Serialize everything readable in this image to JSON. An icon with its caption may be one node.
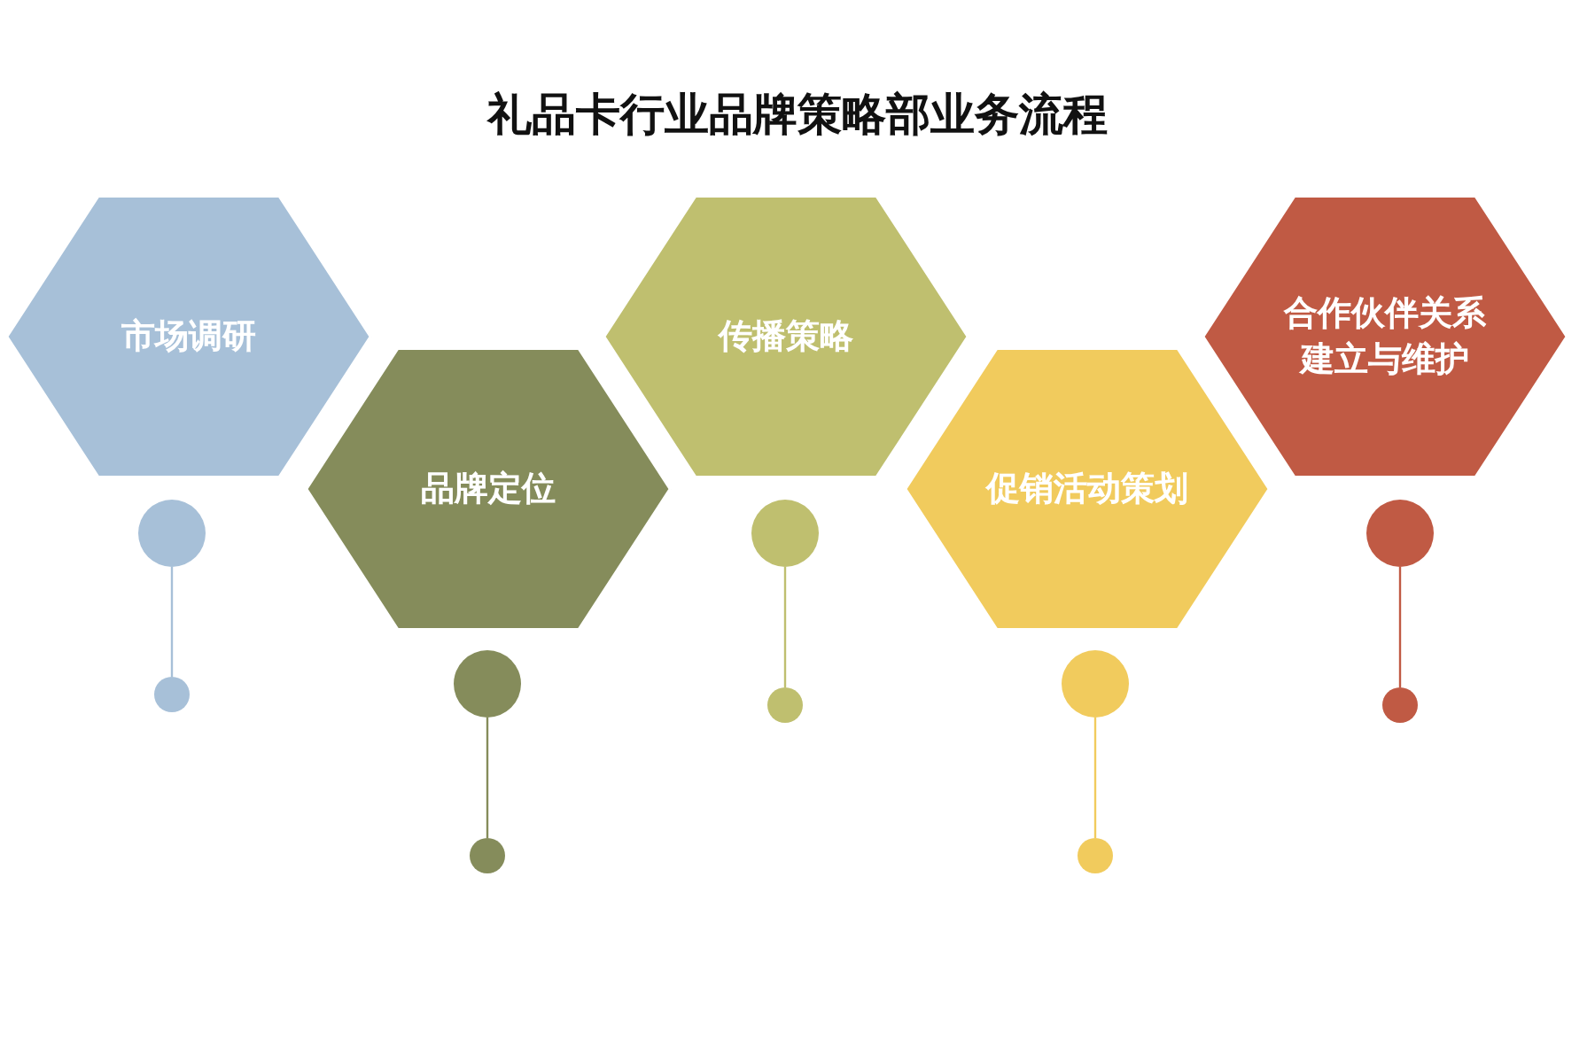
{
  "diagram": {
    "title": "礼品卡行业品牌策略部业务流程",
    "nodes": [
      {
        "text": [
          "市场调研"
        ]
      },
      {
        "text": [
          "品牌定位"
        ]
      },
      {
        "text": [
          "传播策略"
        ]
      },
      {
        "text": [
          "促销活动策划"
        ]
      },
      {
        "text": [
          "合作伙伴关系建立与维护"
        ]
      },
      {
        "text": [],
        "shape": "circle"
      },
      {
        "text": [],
        "shape": "circle"
      },
      {
        "text": [],
        "shape": "circle"
      },
      {
        "text": [],
        "shape": "circle"
      },
      {
        "text": [],
        "shape": "circle"
      },
      {
        "text": [],
        "shape": "circle"
      },
      {
        "text": [],
        "shape": "circle"
      },
      {
        "text": [],
        "shape": "circle"
      },
      {
        "text": [],
        "shape": "circle"
      },
      {
        "text": [],
        "shape": "circle"
      }
    ],
    "edges": [
      {
        "from": 5,
        "to": 6,
        "arrow": "none",
        "color": "#a7c0d8"
      },
      {
        "from": 7,
        "to": 8,
        "arrow": "none",
        "color": "#858c5b"
      },
      {
        "from": 9,
        "to": 10,
        "arrow": "none",
        "color": "#bfbf6f"
      },
      {
        "from": 11,
        "to": 12,
        "arrow": "none",
        "color": "#f1cb5d"
      },
      {
        "from": 13,
        "to": 14,
        "arrow": "none",
        "color": "#c05a44"
      }
    ]
  }
}
